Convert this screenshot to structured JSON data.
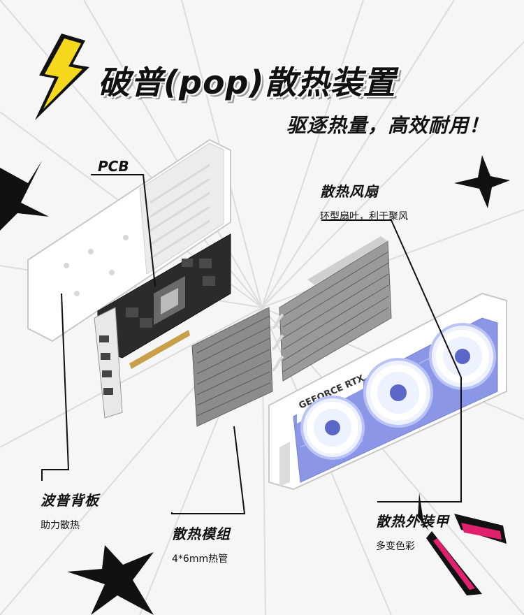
{
  "title": "破普(pop)散热装置",
  "subtitle": "驱逐热量，高效耐用！",
  "labels": {
    "pcb": "PCB",
    "fan": {
      "head": "散热风扇",
      "desc": "环型扇叶，利于聚风"
    },
    "backplate": {
      "head": "波普背板",
      "desc": "助力散热"
    },
    "module": {
      "head": "散热模组",
      "desc": "4*6mm热管"
    },
    "shroud": {
      "head": "散热外装甲",
      "desc": "多变色彩"
    }
  },
  "card_text": "GEFORCE RTX",
  "colors": {
    "background": "#f6f6f6",
    "lightning_yellow": "#f5d81c",
    "shroud_blue": "#8b97e6",
    "accent_pink": "#e0226e",
    "ink": "#111111"
  },
  "icons": [
    "lightning-icon",
    "burst-star-icon"
  ]
}
